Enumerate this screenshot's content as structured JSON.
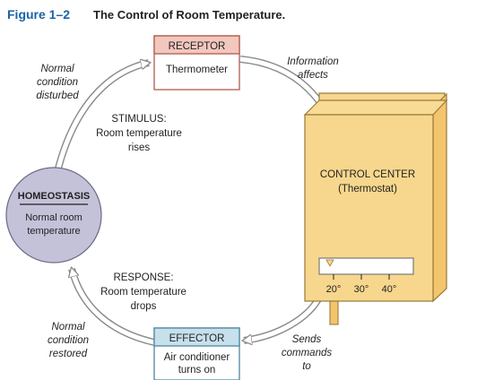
{
  "figure": {
    "number": "Figure 1–2",
    "title": "The Control of Room Temperature."
  },
  "receptor": {
    "header": "RECEPTOR",
    "body": "Thermometer"
  },
  "effector": {
    "header": "EFFECTOR",
    "body": [
      "Air conditioner",
      "turns on"
    ]
  },
  "control_center": {
    "label": [
      "CONTROL CENTER",
      "(Thermostat)"
    ],
    "dial_ticks": [
      "20°",
      "30°",
      "40°"
    ]
  },
  "homeostasis": {
    "title": "HOMEOSTASIS",
    "body": [
      "Normal room",
      "temperature"
    ]
  },
  "stimulus": [
    "STIMULUS:",
    "Room temperature",
    "rises"
  ],
  "response": [
    "RESPONSE:",
    "Room temperature",
    "drops"
  ],
  "annotations": {
    "normal_disturbed": [
      "Normal",
      "condition",
      "disturbed"
    ],
    "info_affects": [
      "Information",
      "affects"
    ],
    "normal_restored": [
      "Normal",
      "condition",
      "restored"
    ],
    "sends_commands": [
      "Sends",
      "commands",
      "to"
    ]
  },
  "colors": {
    "title_blue": "#1a62a6",
    "receptor_header": "#f2c7be",
    "receptor_border": "#b05a4e",
    "effector_header": "#c6e0ec",
    "effector_border": "#4f87a1",
    "homeostasis_fill": "#c4c2d9",
    "thermostat_front": "#f6d78d",
    "thermostat_side": "#f3c66d",
    "arrow_outline": "#8a8a8a"
  }
}
